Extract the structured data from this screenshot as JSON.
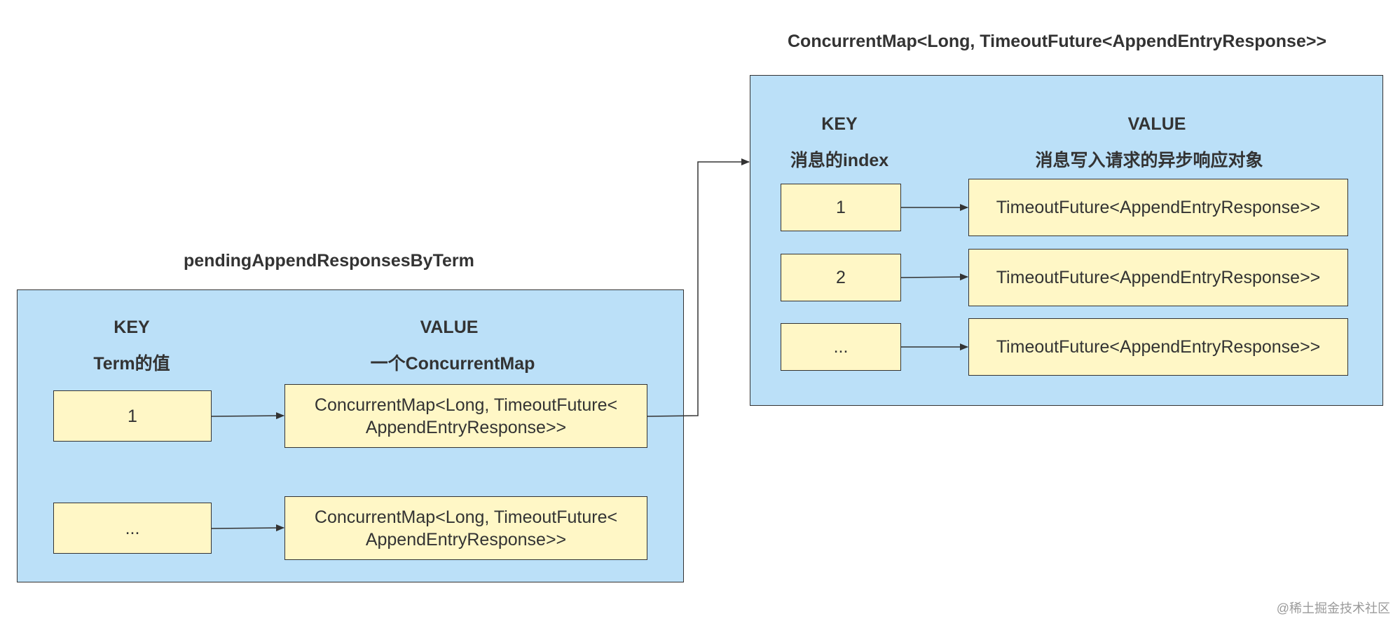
{
  "left_map": {
    "title": "pendingAppendResponsesByTerm",
    "key_header": "KEY",
    "key_subheader": "Term的值",
    "value_header": "VALUE",
    "value_subheader": "一个ConcurrentMap",
    "rows": [
      {
        "key": "1",
        "value_line1": "ConcurrentMap<Long, TimeoutFuture<",
        "value_line2": "AppendEntryResponse>>"
      },
      {
        "key": "...",
        "value_line1": "ConcurrentMap<Long, TimeoutFuture<",
        "value_line2": "AppendEntryResponse>>"
      }
    ]
  },
  "right_map": {
    "title": "ConcurrentMap<Long, TimeoutFuture<AppendEntryResponse>>",
    "key_header": "KEY",
    "key_subheader": "消息的index",
    "value_header": "VALUE",
    "value_subheader": "消息写入请求的异步响应对象",
    "rows": [
      {
        "key": "1",
        "value": "TimeoutFuture<AppendEntryResponse>>"
      },
      {
        "key": "2",
        "value": "TimeoutFuture<AppendEntryResponse>>"
      },
      {
        "key": "...",
        "value": "TimeoutFuture<AppendEntryResponse>>"
      }
    ]
  },
  "watermark": "@稀土掘金技术社区",
  "colors": {
    "container_fill": "#bbe0f8",
    "cell_fill": "#fff7c6",
    "stroke": "#333333"
  }
}
